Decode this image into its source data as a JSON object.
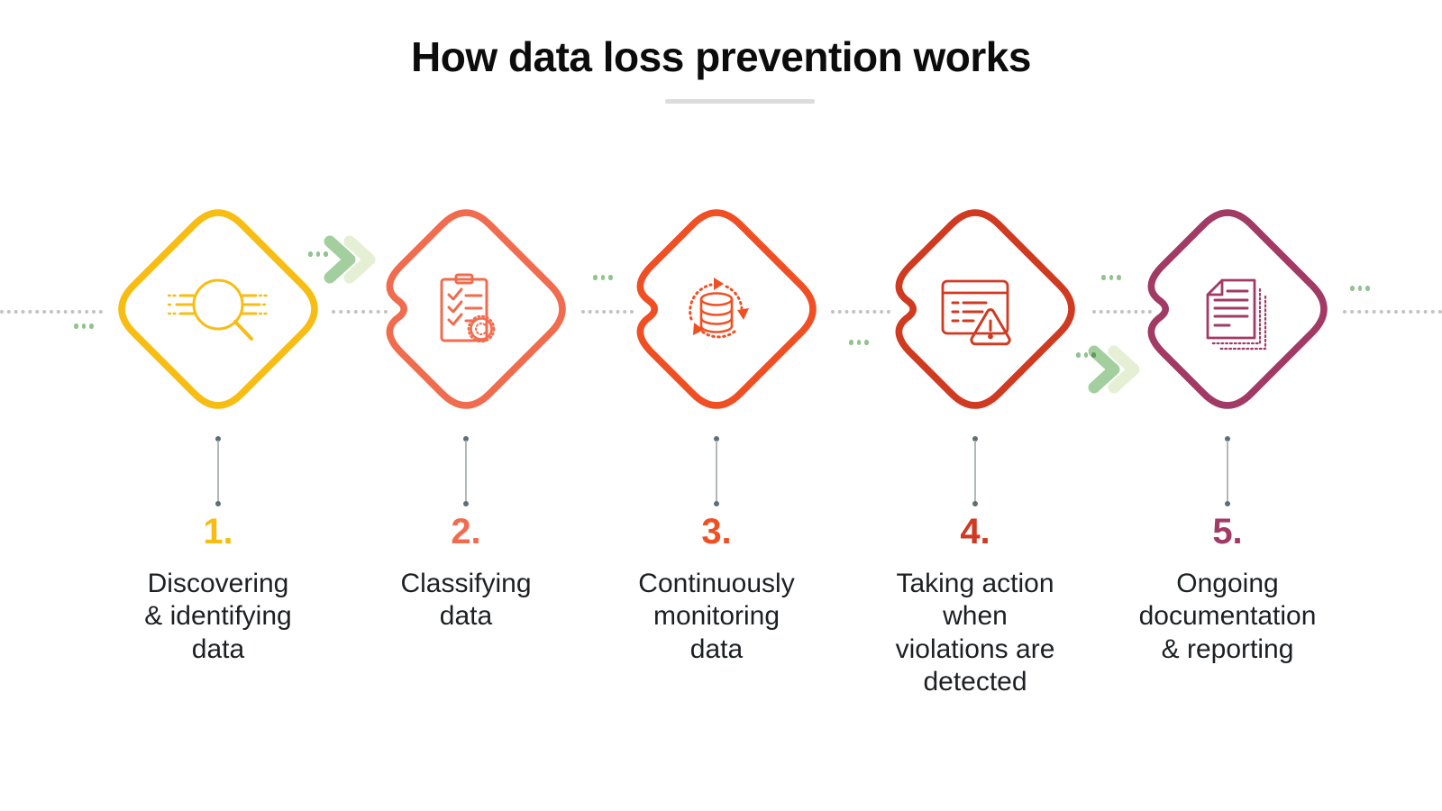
{
  "title": {
    "text": "How data loss prevention works"
  },
  "palette": {
    "title_text": "#0c0c0c",
    "title_underline": "#dcdcdc",
    "dotted_line": "#c2c2c2",
    "accent_dots_green": "#92c28e",
    "arrow_green_dark": "#a3cf9e",
    "arrow_green_light": "#e4efd3",
    "connector_line": "#b2b8ba",
    "connector_dot": "#5e6e74",
    "label_text": "#1d2023"
  },
  "steps": [
    {
      "number": "1.",
      "label": "Discovering\n& identifying\ndata",
      "color": "#f8bd13",
      "icon": "magnifier-scan-icon"
    },
    {
      "number": "2.",
      "label": "Classifying\ndata",
      "color": "#f16c4e",
      "icon": "clipboard-checklist-icon"
    },
    {
      "number": "3.",
      "label": "Continuously\nmonitoring\ndata",
      "color": "#f04f24",
      "icon": "database-sync-icon"
    },
    {
      "number": "4.",
      "label": "Taking action\nwhen\nviolations are\ndetected",
      "color": "#cf3a20",
      "icon": "alert-window-icon"
    },
    {
      "number": "5.",
      "label": "Ongoing\ndocumentation\n& reporting",
      "color": "#a13a64",
      "icon": "document-report-icon"
    }
  ]
}
